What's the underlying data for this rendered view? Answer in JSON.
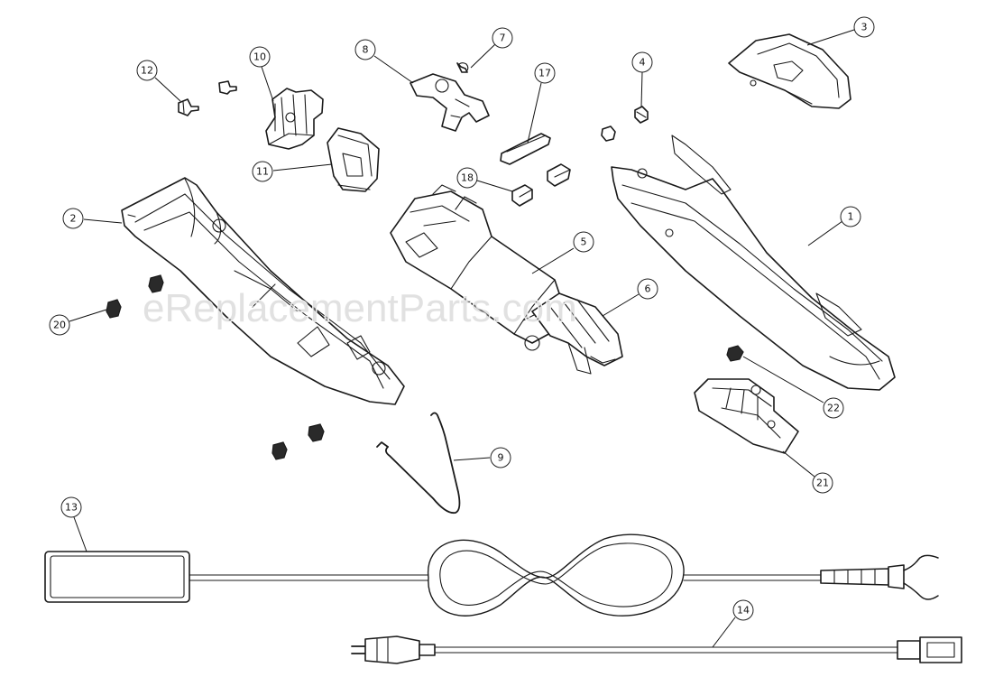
{
  "watermark": "eReplacementParts.com",
  "callouts": [
    "1",
    "2",
    "3",
    "4",
    "5",
    "6",
    "7",
    "8",
    "9",
    "10",
    "11",
    "12",
    "13",
    "14",
    "17",
    "18",
    "20",
    "21",
    "22"
  ]
}
